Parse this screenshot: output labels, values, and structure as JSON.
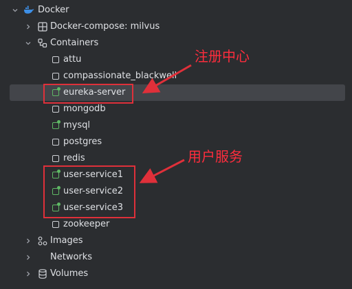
{
  "tree": {
    "root_label": "Docker",
    "compose_label": "Docker-compose: milvus",
    "containers_label": "Containers",
    "containers": [
      {
        "name": "attu",
        "running": false
      },
      {
        "name": "compassionate_blackwell",
        "running": false
      },
      {
        "name": "eureka-server",
        "running": true,
        "selected": true
      },
      {
        "name": "mongodb",
        "running": false
      },
      {
        "name": "mysql",
        "running": true
      },
      {
        "name": "postgres",
        "running": false
      },
      {
        "name": "redis",
        "running": false
      },
      {
        "name": "user-service1",
        "running": true
      },
      {
        "name": "user-service2",
        "running": true
      },
      {
        "name": "user-service3",
        "running": true
      },
      {
        "name": "zookeeper",
        "running": false
      }
    ],
    "images_label": "Images",
    "networks_label": "Networks",
    "volumes_label": "Volumes"
  },
  "annotations": {
    "registry_center": "注册中心",
    "user_services": "用户服务"
  },
  "colors": {
    "background": "#2b2d30",
    "selection": "#43454a",
    "running_green": "#5fb865",
    "annotation_red": "#e0303a",
    "docker_blue": "#3d8fe6"
  }
}
